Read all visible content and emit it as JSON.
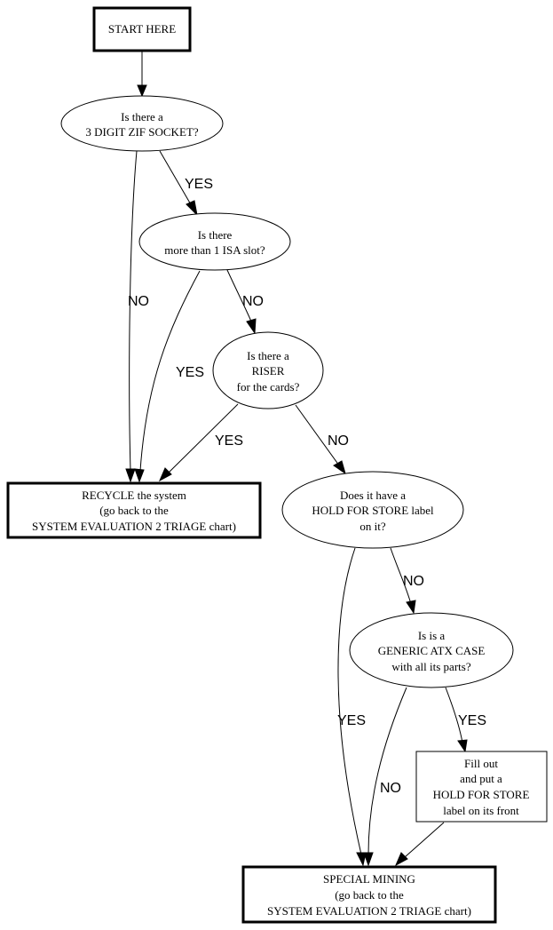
{
  "nodes": {
    "start": {
      "lines": [
        "START HERE"
      ]
    },
    "zif": {
      "lines": [
        "Is there a",
        "3 DIGIT ZIF SOCKET?"
      ]
    },
    "isa": {
      "lines": [
        "Is there",
        "more than 1 ISA slot?"
      ]
    },
    "riser": {
      "lines": [
        "Is there a",
        "RISER",
        "for the cards?"
      ]
    },
    "recycle": {
      "lines": [
        "RECYCLE the system",
        "(go back to the",
        "SYSTEM EVALUATION 2 TRIAGE chart)"
      ]
    },
    "hold": {
      "lines": [
        "Does it have a",
        "HOLD FOR STORE label",
        "on it?"
      ]
    },
    "atx": {
      "lines": [
        "Is is a",
        "GENERIC ATX CASE",
        "with all its parts?"
      ]
    },
    "fill": {
      "lines": [
        "Fill out",
        "and put a",
        "HOLD FOR STORE",
        "label on its front"
      ]
    },
    "mining": {
      "lines": [
        "SPECIAL MINING",
        "(go back to the",
        "SYSTEM EVALUATION 2 TRIAGE chart)"
      ]
    }
  },
  "edges": {
    "start_zif": "",
    "zif_isa": "YES",
    "zif_recycle": "NO",
    "isa_recycle": "YES",
    "isa_riser": "NO",
    "riser_recycle": "YES",
    "riser_hold": "NO",
    "hold_atx": "NO",
    "hold_mining": "YES",
    "atx_fill": "YES",
    "atx_mining": "NO",
    "fill_mining": ""
  }
}
